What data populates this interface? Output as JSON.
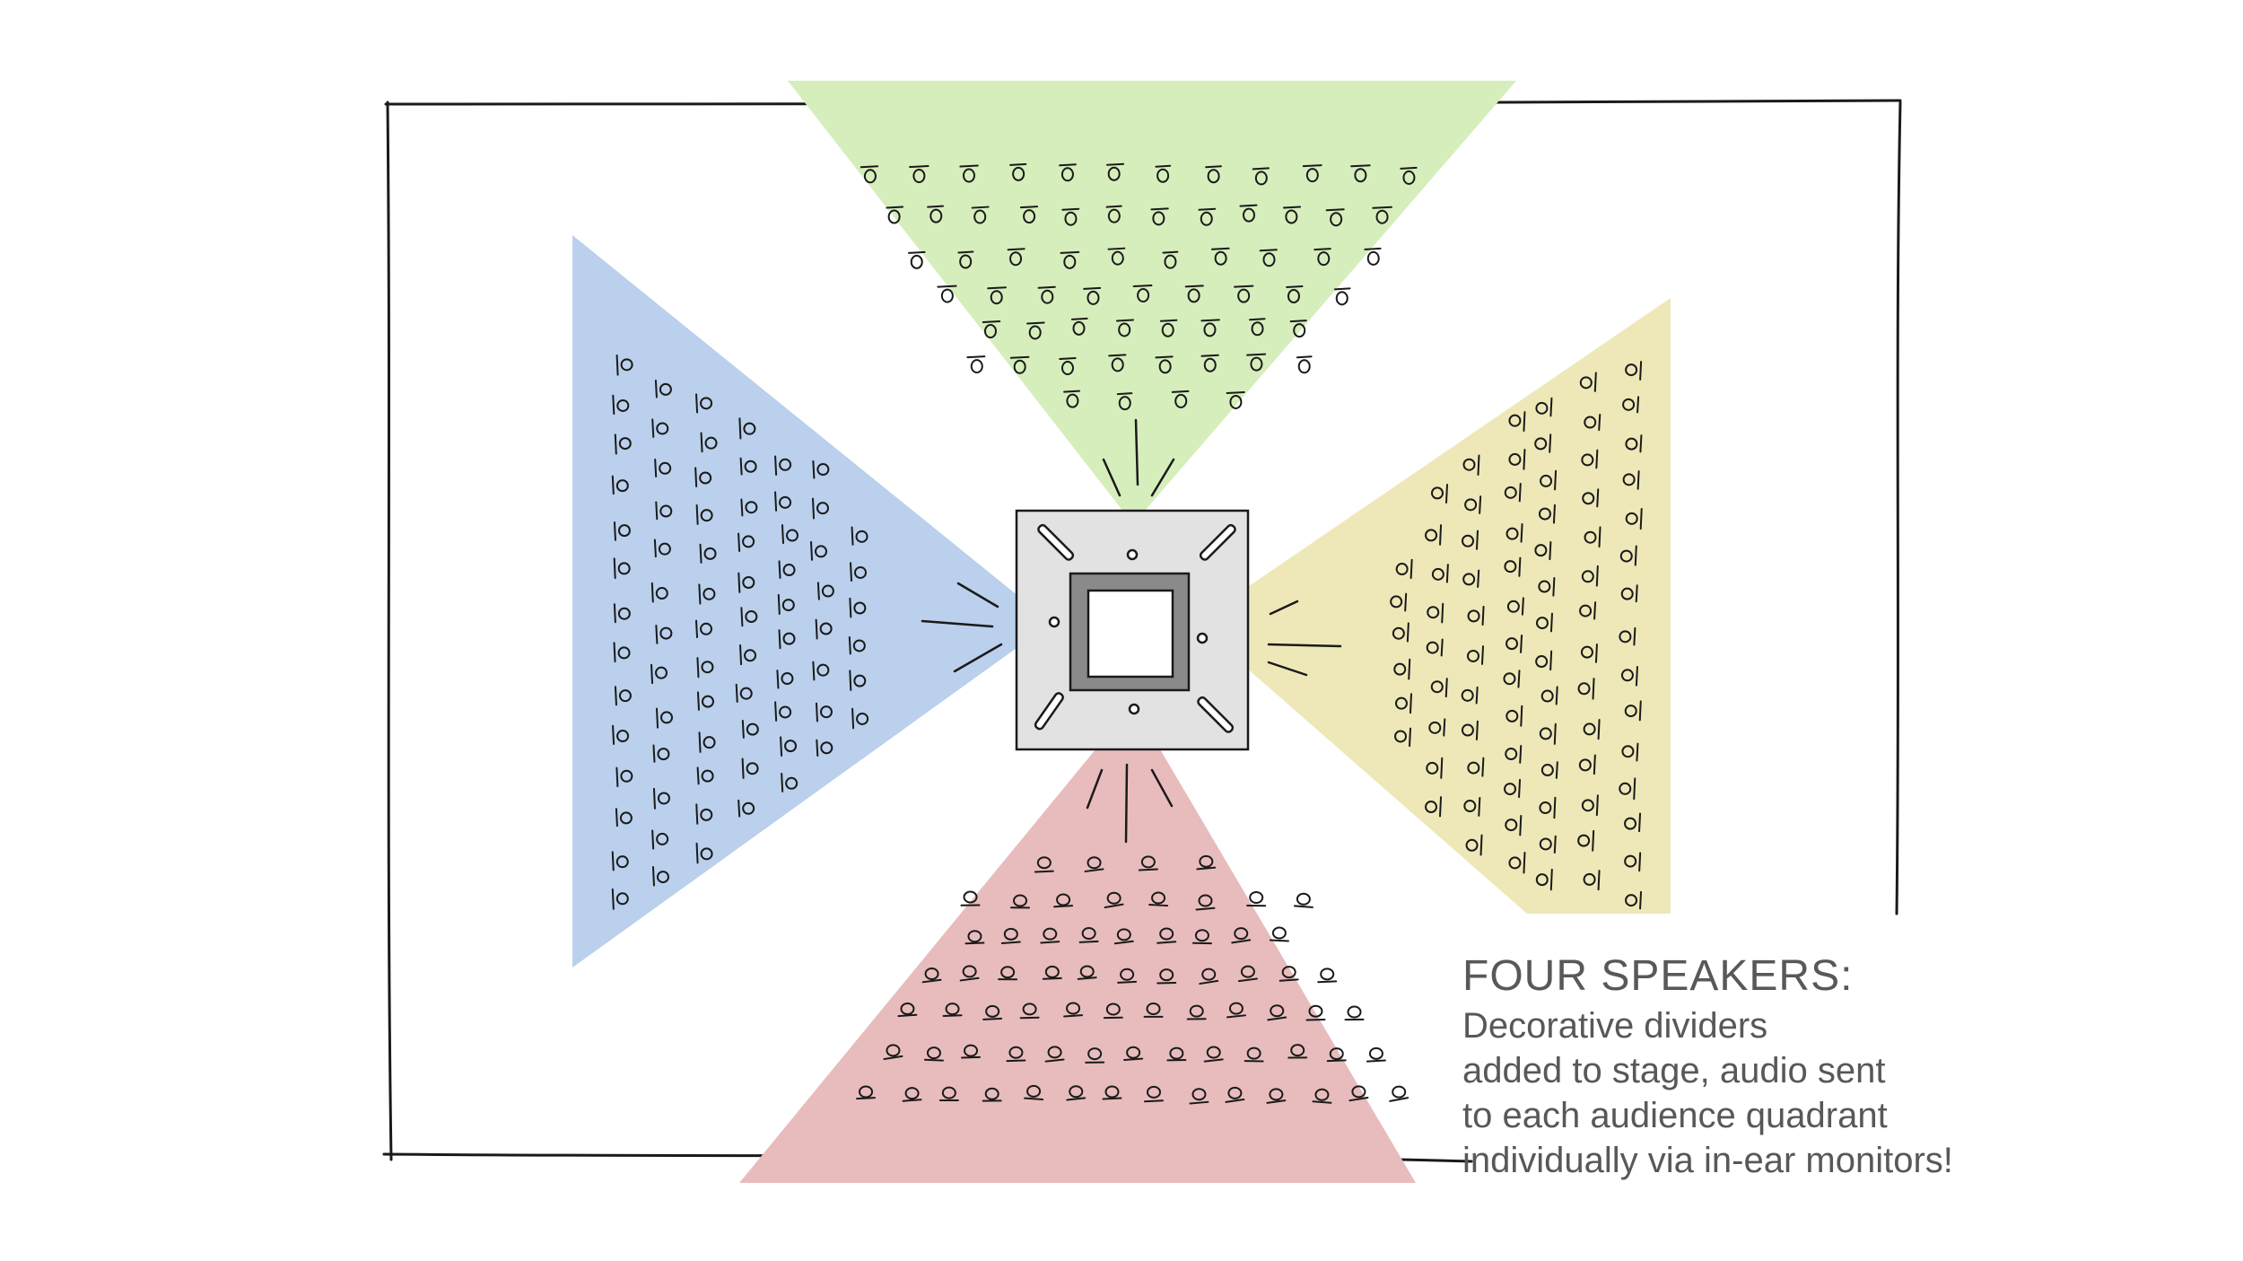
{
  "caption": {
    "title": "FOUR SPEAKERS:",
    "lines": [
      "Decorative dividers",
      "added to stage, audio sent",
      "to each audience quadrant",
      "individually via in-ear monitors!"
    ]
  },
  "colors": {
    "top_quadrant": "#d6eebc",
    "left_quadrant": "#bad0ec",
    "right_quadrant": "#eee8b8",
    "bottom_quadrant": "#e8bcbc",
    "stage_fill": "#e2e2e2",
    "riser_fill": "#8a8a8a",
    "ink": "#1a1a1a",
    "caption_text": "#58585a"
  },
  "quadrants": [
    {
      "id": "top",
      "color_key": "top_quadrant",
      "seats_shown": true
    },
    {
      "id": "left",
      "color_key": "left_quadrant",
      "seats_shown": true
    },
    {
      "id": "right",
      "color_key": "right_quadrant",
      "seats_shown": true
    },
    {
      "id": "bottom",
      "color_key": "bottom_quadrant",
      "seats_shown": true
    }
  ],
  "speakers_count": 4
}
